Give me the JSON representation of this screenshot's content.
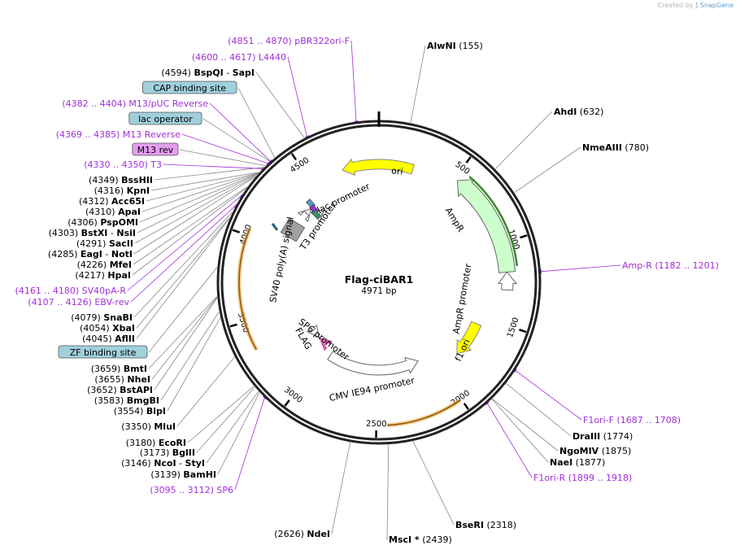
{
  "credit": {
    "prefix": "Created by",
    "brand": "SnapGene"
  },
  "plasmid": {
    "name": "Flag-ciBAR1",
    "length_label": "4971 bp",
    "length": 4971
  },
  "ticks": [
    {
      "pos": 500,
      "label": "500"
    },
    {
      "pos": 1000,
      "label": "1000"
    },
    {
      "pos": 1500,
      "label": "1500"
    },
    {
      "pos": 2000,
      "label": "2000"
    },
    {
      "pos": 2500,
      "label": "2500"
    },
    {
      "pos": 3000,
      "label": "3000"
    },
    {
      "pos": 3500,
      "label": "3500"
    },
    {
      "pos": 4000,
      "label": "4000"
    },
    {
      "pos": 4500,
      "label": "4500"
    }
  ],
  "features": [
    {
      "id": "ori",
      "label": "ori",
      "color": "#ffff00",
      "dir": "rev"
    },
    {
      "id": "AmpR",
      "label": "AmpR",
      "color": "#ccffcc",
      "dir": "rev"
    },
    {
      "id": "AmpR-promoter",
      "label": "AmpR promoter",
      "color": "#ffffff",
      "dir": "rev"
    },
    {
      "id": "f1-ori",
      "label": "f1 ori",
      "color": "#ffff00",
      "dir": "fwd"
    },
    {
      "id": "CMV",
      "label": "CMV IE94 promoter",
      "color": "#ffffff",
      "dir": "rev"
    },
    {
      "id": "SP6",
      "label": "SP6 promoter",
      "color": "#ffffff",
      "dir": "rev"
    },
    {
      "id": "FLAG",
      "label": "FLAG",
      "color": "#ff66cc",
      "dir": "fwd"
    },
    {
      "id": "SV40",
      "label": "SV40 poly(A) signal",
      "color": "#a0a0a0",
      "dir": "fwd"
    },
    {
      "id": "T3",
      "label": "T3 promoter",
      "color": "#ffffff",
      "dir": "fwd"
    },
    {
      "id": "lac-promoter",
      "label": "lac promoter",
      "color": "#ffffff",
      "dir": "fwd"
    }
  ],
  "sites": [
    {
      "name": "AlwNI",
      "pos": "(155)"
    },
    {
      "name": "AhdI",
      "pos": "(632)"
    },
    {
      "name": "NmeAIII",
      "pos": "(780)"
    },
    {
      "name": "Amp-R",
      "pos": "(1182 .. 1201)",
      "primer": true
    },
    {
      "name": "F1ori-F",
      "pos": "(1687 .. 1708)",
      "primer": true
    },
    {
      "name": "DraIII",
      "pos": "(1774)"
    },
    {
      "name": "NgoMIV",
      "pos": "(1875)"
    },
    {
      "name": "NaeI",
      "pos": "(1877)"
    },
    {
      "name": "F1ori-R",
      "pos": "(1899 .. 1918)",
      "primer": true
    },
    {
      "name": "BseRI",
      "pos": "(2318)"
    },
    {
      "name": "MscI *",
      "pos": "(2439)"
    },
    {
      "name": "NdeI",
      "pos": "(2626)"
    },
    {
      "name": "SP6",
      "pos": "(3095 .. 3112)",
      "primer": true
    },
    {
      "name": "BamHI",
      "pos": "(3139)"
    },
    {
      "name": "NcoI",
      "pos": "(3146)",
      "extra": "StyI"
    },
    {
      "name": "BglII",
      "pos": "(3173)"
    },
    {
      "name": "EcoRI",
      "pos": "(3180)"
    },
    {
      "name": "MluI",
      "pos": "(3350)"
    },
    {
      "name": "BlpI",
      "pos": "(3554)"
    },
    {
      "name": "BmgBI",
      "pos": "(3583)"
    },
    {
      "name": "BstAPI",
      "pos": "(3652)"
    },
    {
      "name": "NheI",
      "pos": "(3655)"
    },
    {
      "name": "BmtI",
      "pos": "(3659)"
    },
    {
      "name": "ZF binding site",
      "boxed": true
    },
    {
      "name": "AflII",
      "pos": "(4045)"
    },
    {
      "name": "XbaI",
      "pos": "(4054)"
    },
    {
      "name": "SnaBI",
      "pos": "(4079)"
    },
    {
      "name": "EBV-rev",
      "pos": "(4107 .. 4126)",
      "primer": true
    },
    {
      "name": "SV40pA-R",
      "pos": "(4161 .. 4180)",
      "primer": true
    },
    {
      "name": "HpaI",
      "pos": "(4217)"
    },
    {
      "name": "MfeI",
      "pos": "(4226)"
    },
    {
      "name": "EagI",
      "pos": "(4285)",
      "extra": "NotI"
    },
    {
      "name": "SacII",
      "pos": "(4291)"
    },
    {
      "name": "BstXI",
      "pos": "(4303)",
      "extra": "NsiI"
    },
    {
      "name": "PspOMI",
      "pos": "(4306)"
    },
    {
      "name": "ApaI",
      "pos": "(4310)"
    },
    {
      "name": "Acc65I",
      "pos": "(4312)"
    },
    {
      "name": "KpnI",
      "pos": "(4316)"
    },
    {
      "name": "BssHII",
      "pos": "(4349)"
    },
    {
      "name": "T3",
      "pos": "(4330 .. 4350)",
      "primer": true
    },
    {
      "name": "M13 rev",
      "boxed": true,
      "pink": true
    },
    {
      "name": "M13 Reverse",
      "pos": "(4369 .. 4385)",
      "primer": true
    },
    {
      "name": "lac operator",
      "boxed": true
    },
    {
      "name": "M13/pUC Reverse",
      "pos": "(4382 .. 4404)",
      "primer": true
    },
    {
      "name": "CAP binding site",
      "boxed": true
    },
    {
      "name": "BspQI",
      "pos": "(4594)",
      "extra": "SapI"
    },
    {
      "name": "L4440",
      "pos": "(4600 .. 4617)",
      "primer": true
    },
    {
      "name": "pBR322ori-F",
      "pos": "(4851 .. 4870)",
      "primer": true
    }
  ]
}
